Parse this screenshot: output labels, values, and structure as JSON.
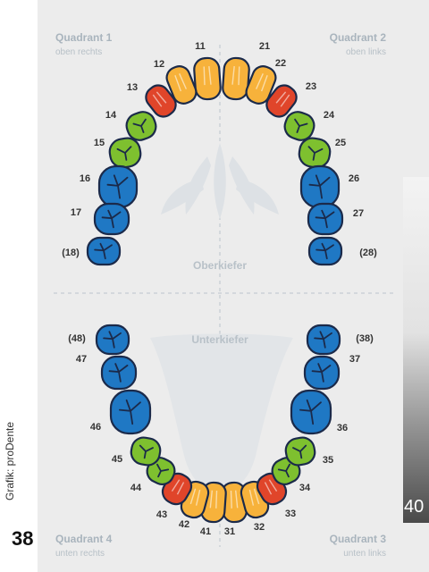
{
  "quadrants": [
    {
      "title": "Quadrant 1",
      "subtitle": "oben rechts"
    },
    {
      "title": "Quadrant 2",
      "subtitle": "oben links"
    },
    {
      "title": "Quadrant 3",
      "subtitle": "unten links"
    },
    {
      "title": "Quadrant 4",
      "subtitle": "unten rechts"
    }
  ],
  "jaw_labels": {
    "upper": "Oberkiefer",
    "lower": "Unterkiefer"
  },
  "teeth": [
    {
      "number": "11",
      "type": "incisor"
    },
    {
      "number": "12",
      "type": "incisor"
    },
    {
      "number": "13",
      "type": "canine"
    },
    {
      "number": "14",
      "type": "premolar"
    },
    {
      "number": "15",
      "type": "premolar"
    },
    {
      "number": "16",
      "type": "molar"
    },
    {
      "number": "17",
      "type": "molar"
    },
    {
      "number": "(18)",
      "type": "molar"
    },
    {
      "number": "21",
      "type": "incisor"
    },
    {
      "number": "22",
      "type": "incisor"
    },
    {
      "number": "23",
      "type": "canine"
    },
    {
      "number": "24",
      "type": "premolar"
    },
    {
      "number": "25",
      "type": "premolar"
    },
    {
      "number": "26",
      "type": "molar"
    },
    {
      "number": "27",
      "type": "molar"
    },
    {
      "number": "(28)",
      "type": "molar"
    },
    {
      "number": "31",
      "type": "incisor"
    },
    {
      "number": "32",
      "type": "incisor"
    },
    {
      "number": "33",
      "type": "canine"
    },
    {
      "number": "34",
      "type": "premolar"
    },
    {
      "number": "35",
      "type": "premolar"
    },
    {
      "number": "36",
      "type": "molar"
    },
    {
      "number": "37",
      "type": "molar"
    },
    {
      "number": "(38)",
      "type": "molar"
    },
    {
      "number": "41",
      "type": "incisor"
    },
    {
      "number": "42",
      "type": "incisor"
    },
    {
      "number": "43",
      "type": "canine"
    },
    {
      "number": "44",
      "type": "premolar"
    },
    {
      "number": "45",
      "type": "premolar"
    },
    {
      "number": "46",
      "type": "molar"
    },
    {
      "number": "47",
      "type": "molar"
    },
    {
      "number": "(48)",
      "type": "molar"
    }
  ],
  "colors": {
    "incisor": "#f7b23b",
    "canine": "#e0452a",
    "premolar": "#7ec02f",
    "molar": "#1f78c4",
    "outline": "#1b2a4a",
    "panel": "#ececec"
  },
  "page_number": "38",
  "credit": "Grafik: proDente",
  "side_photo_number": "40"
}
